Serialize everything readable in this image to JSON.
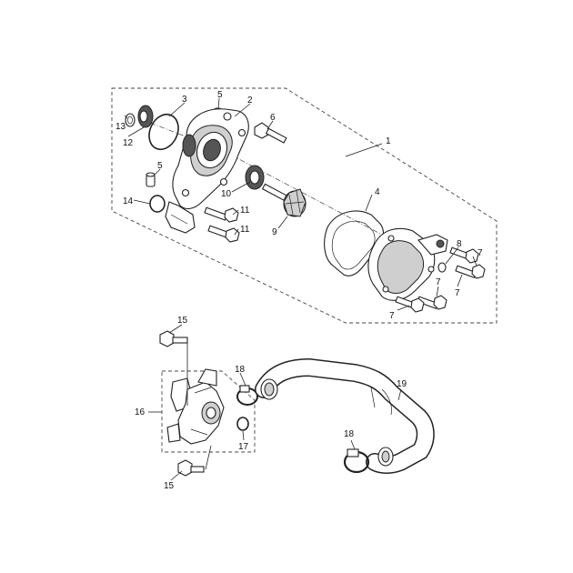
{
  "callouts": {
    "c1": "1",
    "c2": "2",
    "c3": "3",
    "c4": "4",
    "c5a": "5",
    "c5b": "5",
    "c6": "6",
    "c7a": "7",
    "c7b": "7",
    "c7c": "7",
    "c7d": "7",
    "c8": "8",
    "c9": "9",
    "c10": "10",
    "c11a": "11",
    "c11b": "11",
    "c12": "12",
    "c13": "13",
    "c14": "14",
    "c15a": "15",
    "c15b": "15",
    "c16": "16",
    "c17": "17",
    "c18a": "18",
    "c18b": "18",
    "c19": "19"
  },
  "colors": {
    "line": "#222222",
    "shade": "#cfcfcf",
    "background": "#ffffff"
  }
}
